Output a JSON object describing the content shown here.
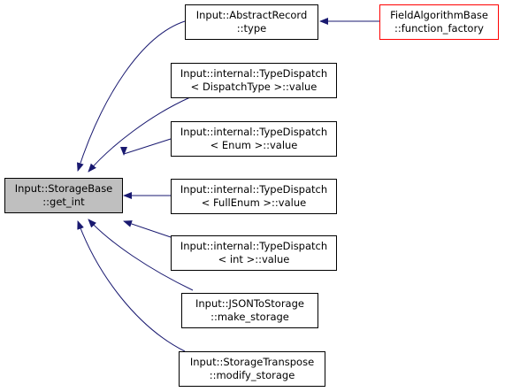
{
  "graph": {
    "edge_color": "#191970",
    "root": {
      "line1": "Input::StorageBase",
      "line2": "::get_int",
      "fill": "#bfbfbf"
    },
    "nodes": [
      {
        "id": "abstract-record-type",
        "line1": "Input::AbstractRecord",
        "line2": "::type"
      },
      {
        "id": "field-algorithm-base",
        "line1": "FieldAlgorithmBase",
        "line2": "::function_factory",
        "border": "#ff0000"
      },
      {
        "id": "type-dispatch-dispatch-type",
        "line1": "Input::internal::TypeDispatch",
        "line2": "< DispatchType >::value"
      },
      {
        "id": "type-dispatch-enum",
        "line1": "Input::internal::TypeDispatch",
        "line2": "< Enum >::value"
      },
      {
        "id": "type-dispatch-full-enum",
        "line1": "Input::internal::TypeDispatch",
        "line2": "< FullEnum >::value"
      },
      {
        "id": "type-dispatch-int",
        "line1": "Input::internal::TypeDispatch",
        "line2": "< int >::value"
      },
      {
        "id": "json-to-storage",
        "line1": "Input::JSONToStorage",
        "line2": "::make_storage"
      },
      {
        "id": "storage-transpose",
        "line1": "Input::StorageTranspose",
        "line2": "::modify_storage"
      }
    ]
  }
}
